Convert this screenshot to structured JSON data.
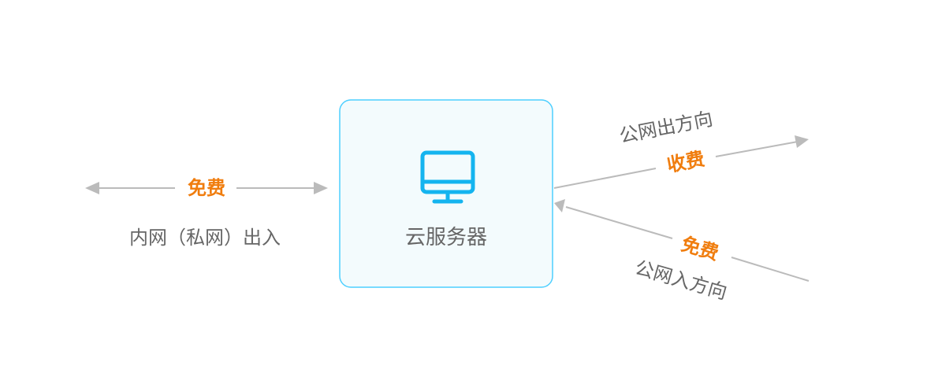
{
  "server": {
    "label": "云服务器",
    "icon": "monitor-icon"
  },
  "private_network": {
    "fee": "免费",
    "label": "内网（私网）出入"
  },
  "public_outbound": {
    "label": "公网出方向",
    "fee": "收费"
  },
  "public_inbound": {
    "label": "公网入方向",
    "fee": "免费"
  },
  "colors": {
    "arrow": "#bbbbbb",
    "fee_text": "#f07d0e",
    "label_text": "#666666",
    "server_border": "#4dcfff",
    "server_fill": "#f3fbfd",
    "icon": "#14b4ef"
  }
}
